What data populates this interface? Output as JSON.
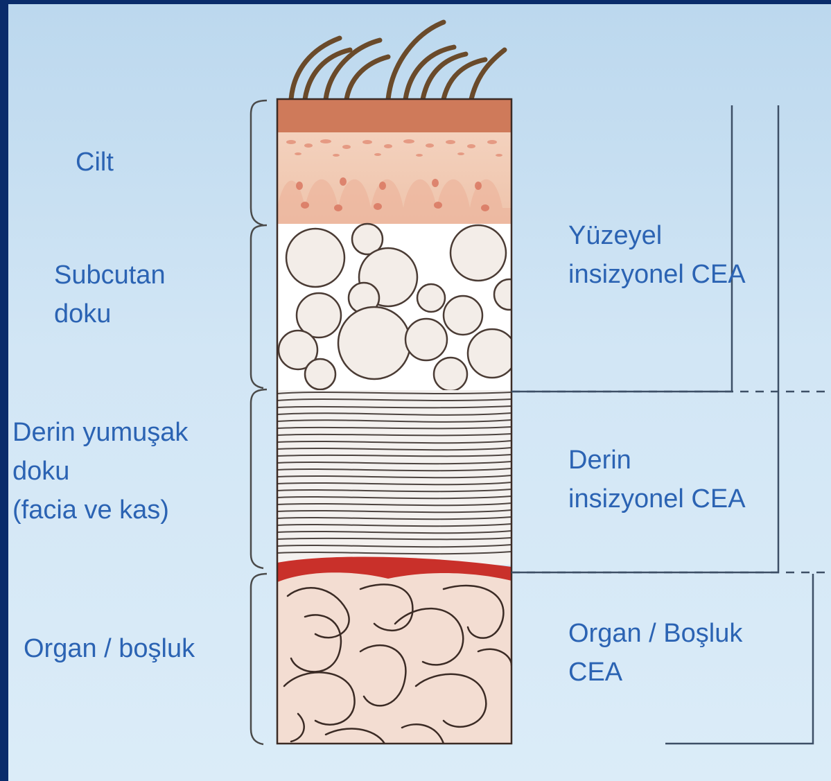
{
  "left_labels": {
    "skin": [
      "Cilt"
    ],
    "subcutaneous": [
      "Subcutan",
      "doku"
    ],
    "deep_soft_tissue": [
      "Derin yumuşak",
      "doku",
      "(facia ve kas)"
    ],
    "organ_space": [
      "Organ / boşluk"
    ]
  },
  "right_labels": {
    "superficial": [
      "Yüzeyel",
      "insizyonel CEA"
    ],
    "deep": [
      "Derin",
      "insizyonel CEA"
    ],
    "organ_space": [
      "Organ / Boşluk",
      "CEA"
    ]
  },
  "colors": {
    "label_text": "#2b63b3",
    "skin_epidermis": "#cf7a5a",
    "skin_dermis": "#f3cdb6",
    "fascia_red": "#c9302a",
    "frame_border": "#0a2c6b"
  }
}
